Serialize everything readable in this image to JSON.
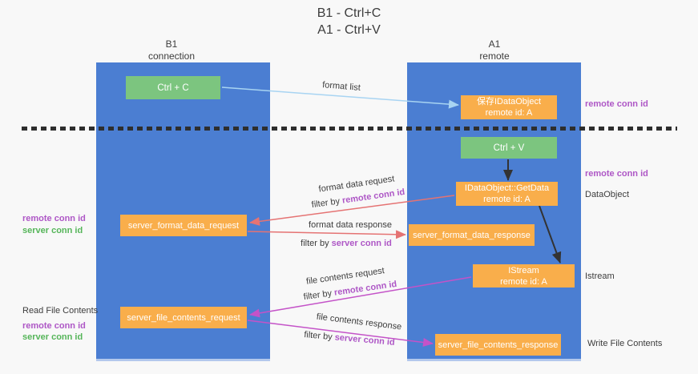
{
  "title": {
    "line1": "B1 - Ctrl+C",
    "line2": "A1 - Ctrl+V"
  },
  "lifelines": {
    "left": {
      "title": "B1",
      "subtitle": "connection"
    },
    "right": {
      "title": "A1",
      "subtitle": "remote"
    }
  },
  "boxes": {
    "ctrl_c": {
      "label": "Ctrl + C"
    },
    "save_dataobject": {
      "line1": "保存IDataObject",
      "line2": "remote id: A"
    },
    "ctrl_v": {
      "label": "Ctrl + V"
    },
    "getdata": {
      "line1": "IDataObject::GetData",
      "line2": "remote id: A"
    },
    "server_format_data_request": {
      "label": "server_format_data_request"
    },
    "server_format_data_response": {
      "label": "server_format_data_response"
    },
    "istream": {
      "line1": "IStream",
      "line2": "remote id: A"
    },
    "server_file_contents_request": {
      "label": "server_file_contents_request"
    },
    "server_file_contents_response": {
      "label": "server_file_contents_response"
    }
  },
  "flow_labels": {
    "format_list": "format list",
    "format_data_request": {
      "text": "format data request",
      "filter_prefix": "filter by ",
      "filter_key": "remote conn id"
    },
    "format_data_response": {
      "text": "format data response",
      "filter_prefix": "filter by ",
      "filter_key": "server conn id"
    },
    "file_contents_request": {
      "text": "file contents request",
      "filter_prefix": "filter by ",
      "filter_key": "remote conn id"
    },
    "file_contents_response": {
      "text": "file contents response",
      "filter_prefix": "filter by ",
      "filter_key": "server conn id"
    }
  },
  "annotations": {
    "right_top_remote_conn_id": "remote conn id",
    "right_paste_remote_conn_id": "remote conn id",
    "right_dataobject": "DataObject",
    "right_istream": "Istream",
    "right_write_file": "Write File Contents",
    "left_format_remote_conn_id": "remote conn id",
    "left_format_server_conn_id": "server conn id",
    "left_read_file": "Read File Contents",
    "left_file_remote_conn_id": "remote conn id",
    "left_file_server_conn_id": "server conn id"
  },
  "colors": {
    "lifeline_blue": "#4B7ED2",
    "box_orange": "#F9AE4B",
    "box_green": "#7CC57F",
    "arrow_light_blue": "#A8D4F2",
    "arrow_red": "#E57373",
    "arrow_magenta": "#C453C8",
    "arrow_black": "#333333",
    "conn_id_purple": "#AE57C6",
    "conn_id_green": "#55B559",
    "text_dark": "#3C3C3C"
  }
}
